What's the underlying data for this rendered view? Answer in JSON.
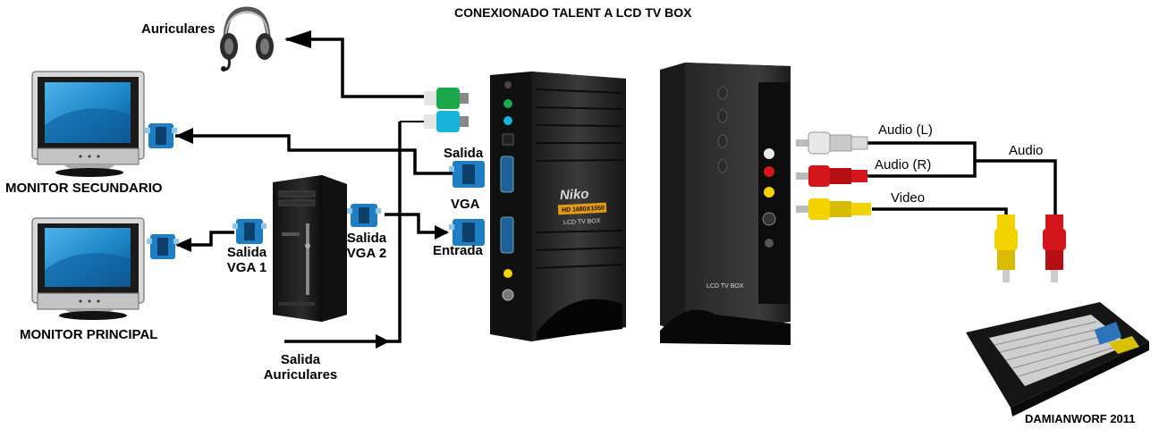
{
  "title": "CONEXIONADO TALENT  A  LCD TV BOX",
  "credit": "DAMIANWORF 2011",
  "labels": {
    "headphones": "Auriculares",
    "monitor_secondary": "MONITOR  SECUNDARIO",
    "monitor_primary": "MONITOR PRINCIPAL",
    "out_vga1_a": "Salida",
    "out_vga1_b": "VGA 1",
    "out_vga2_a": "Salida",
    "out_vga2_b": "VGA 2",
    "out_headphones_a": "Salida",
    "out_headphones_b": "Auriculares",
    "box_out": "Salida",
    "box_vga": "VGA",
    "box_in": "Entrada",
    "audio_l": "Audio (L)",
    "audio_r": "Audio (R)",
    "video": "Video",
    "audio": "Audio"
  },
  "device_text": {
    "box_logo": "Niko",
    "box_badge": "HD 1680X1050",
    "box_model": "LCD TV BOX",
    "box2_model": "LCD TV BOX"
  },
  "colors": {
    "background": "#ffffff",
    "wire": "#000000",
    "vga_connector": "#1f7ec2",
    "rca_red": "#d4161c",
    "rca_white": "#e8e8e8",
    "rca_yellow": "#f2d200",
    "rca_green": "#1aa84a",
    "rca_cyan": "#17b3d8",
    "monitor_screen": "#1d86c6",
    "box_badge": "#e39a12"
  }
}
